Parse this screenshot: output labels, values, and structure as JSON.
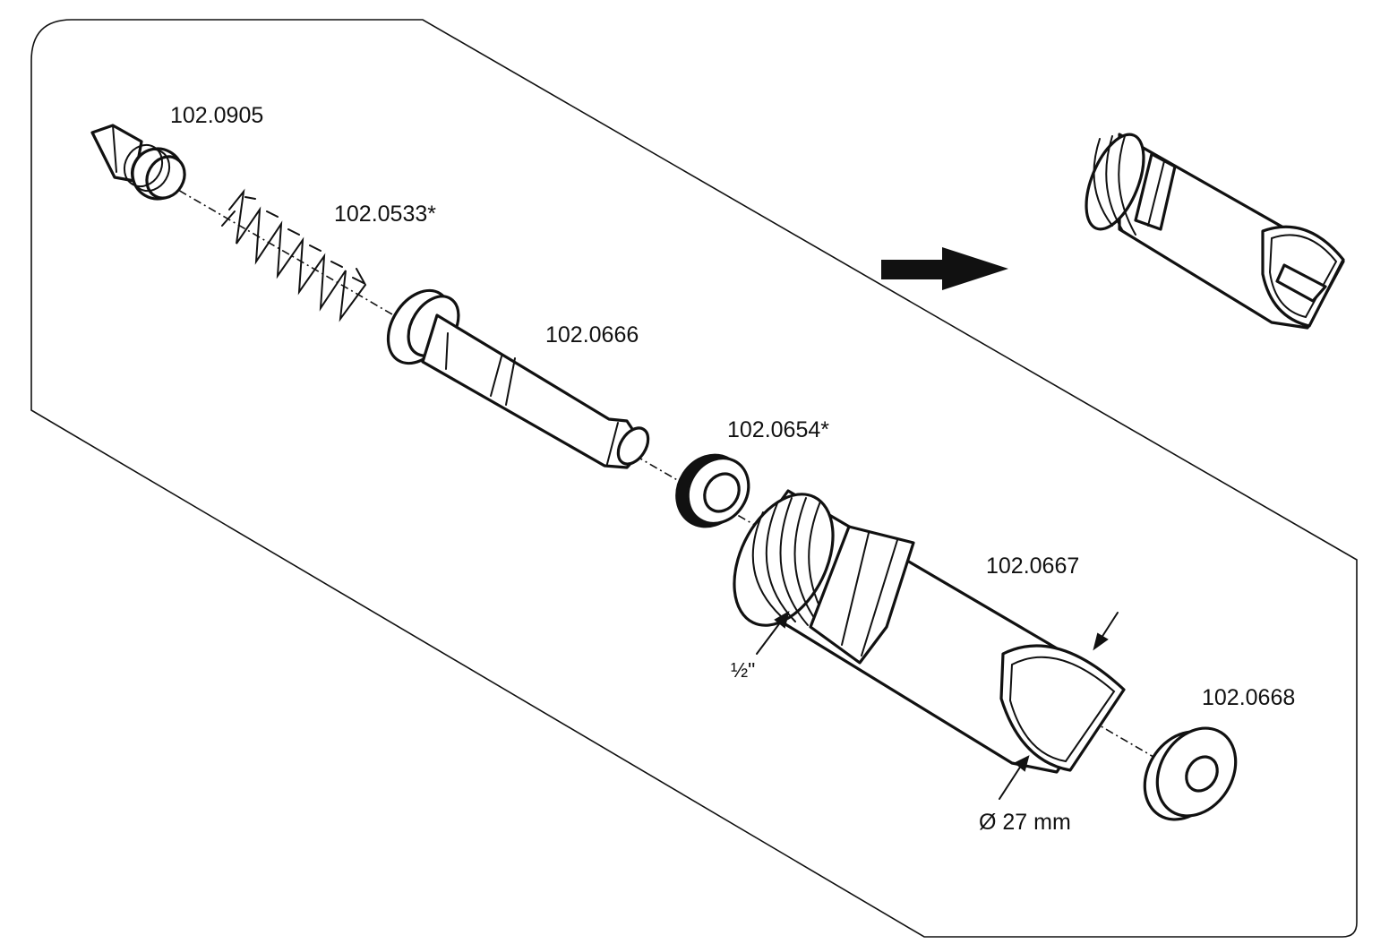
{
  "labels": {
    "tip": "102.0905",
    "spring": "102.0533*",
    "pin": "102.0666",
    "ring": "102.0654*",
    "body": "102.0667",
    "washer": "102.0668",
    "thread_size": "½\"",
    "diameter": "Ø 27 mm"
  },
  "icons": {
    "assembly_arrow": "right-arrow-icon"
  },
  "colors": {
    "line": "#111111",
    "fill": "#ffffff"
  }
}
